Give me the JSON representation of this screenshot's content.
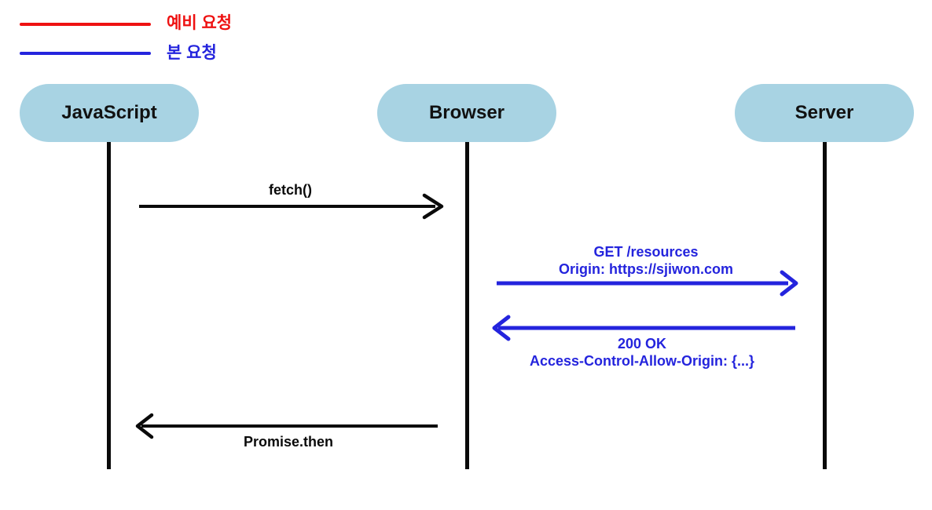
{
  "legend": {
    "items": [
      {
        "id": "preflight-request",
        "label": "예비 요청",
        "color": "#ee1111"
      },
      {
        "id": "main-request",
        "label": "본 요청",
        "color": "#2424dd"
      }
    ]
  },
  "actors": [
    {
      "id": "javascript",
      "label": "JavaScript"
    },
    {
      "id": "browser",
      "label": "Browser"
    },
    {
      "id": "server",
      "label": "Server"
    }
  ],
  "messages": [
    {
      "id": "fetch",
      "from": "JavaScript",
      "to": "Browser",
      "direction": "right",
      "color": "#0a0a0a",
      "lines": [
        "fetch()"
      ]
    },
    {
      "id": "main-request",
      "from": "Browser",
      "to": "Server",
      "direction": "right",
      "color": "#2424dd",
      "lines": [
        "GET /resources",
        "Origin: https://sjiwon.com"
      ]
    },
    {
      "id": "main-response",
      "from": "Server",
      "to": "Browser",
      "direction": "left",
      "color": "#2424dd",
      "lines": [
        "200 OK",
        "Access-Control-Allow-Origin: {...}"
      ]
    },
    {
      "id": "promise-then",
      "from": "Browser",
      "to": "JavaScript",
      "direction": "left",
      "color": "#0a0a0a",
      "lines": [
        "Promise.then"
      ]
    }
  ],
  "colors": {
    "background": "#ffffff",
    "actor_fill": "#a8d3e3",
    "actor_text": "#111111",
    "lifeline_black": "#0a0a0a",
    "preflight_red": "#ee1111",
    "main_blue": "#2424dd"
  }
}
